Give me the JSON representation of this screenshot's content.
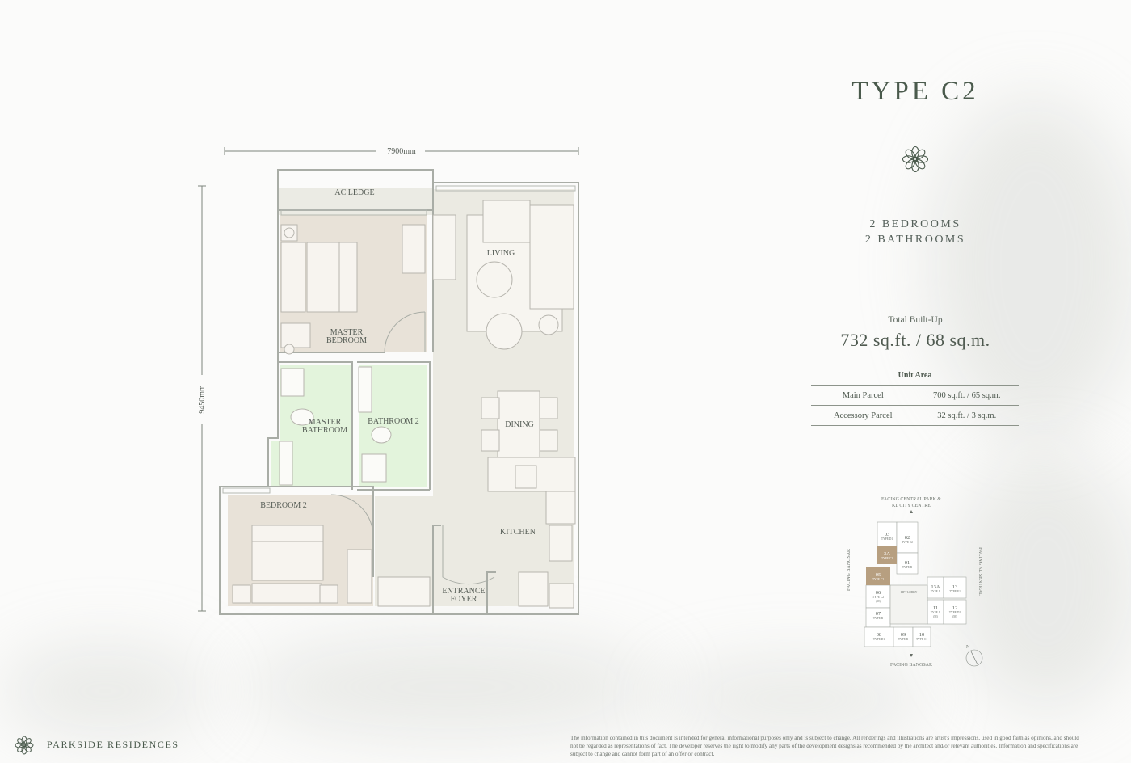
{
  "header": {
    "title": "TYPE C2",
    "bedrooms": "2 BEDROOMS",
    "bathrooms": "2 BATHROOMS"
  },
  "built_up": {
    "label": "Total Built-Up",
    "value": "732 sq.ft. / 68 sq.m."
  },
  "unit_area": {
    "header": "Unit Area",
    "rows": [
      {
        "name": "Main Parcel",
        "value": "700 sq.ft. / 65 sq.m."
      },
      {
        "name": "Accessory Parcel",
        "value": "32 sq.ft. / 3 sq.m."
      }
    ]
  },
  "floor_plan": {
    "width_dim": "7900mm",
    "height_dim": "9450mm",
    "rooms": {
      "ac_ledge": "AC LEDGE",
      "master_bedroom_1": "MASTER",
      "master_bedroom_2": "BEDROOM",
      "living": "LIVING",
      "dining": "DINING",
      "master_bathroom_1": "MASTER",
      "master_bathroom_2": "BATHROOM",
      "bathroom_2": "BATHROOM 2",
      "bedroom_2": "BEDROOM 2",
      "kitchen": "KITCHEN",
      "entrance_1": "ENTRANCE",
      "entrance_2": "FOYER"
    }
  },
  "key_plan": {
    "facing_top_1": "FACING CENTRAL PARK &",
    "facing_top_2": "KL CITY CENTRE",
    "facing_bottom": "FACING BANGSAR",
    "facing_left": "FACING BANGSAR",
    "facing_right": "FACING KL SENTRAL",
    "lift_lobby": "LIFT LOBBY",
    "north": "N",
    "units": {
      "u03": "03",
      "u03t": "TYPE D1",
      "u02": "02",
      "u02t": "TYPE E2",
      "u3a": "3A",
      "u3at": "TYPE C2",
      "u01": "01",
      "u01t": "TYPE B",
      "u05": "05",
      "u05t": "TYPE C2",
      "u06": "06",
      "u06t": "TYPE C2",
      "u06m": "(M)",
      "u07": "07",
      "u07t": "TYPE B",
      "u08": "08",
      "u08t": "TYPE D1",
      "u09": "09",
      "u09t": "TYPE B",
      "u10": "10",
      "u10t": "TYPE C1",
      "u11": "11",
      "u11t": "TYPE A",
      "u11m": "(M)",
      "u12": "12",
      "u12t": "TYPE D2",
      "u12m": "(M)",
      "u13": "13",
      "u13t": "TYPE E1",
      "u13a": "13A",
      "u13at": "TYPE A"
    }
  },
  "footer": {
    "brand": "PARKSIDE RESIDENCES",
    "disclaimer": "The information contained in this document is intended for general informational purposes only and is subject to change. All renderings and illustrations are artist's impressions, used in good faith as opinions, and should not be regarded as representations of fact. The developer reserves the right to modify any parts of the development designs as recommended by the architect and/or relevant authorities. Information and specifications are subject to change and cannot form part of an offer or contract."
  },
  "colors": {
    "accent_green": "#4a5a4c",
    "bedroom_fill": "#e8e2d8",
    "bathroom_fill": "#e3f4dc",
    "living_fill": "#ebeae2",
    "highlight_unit": "#b79f80"
  }
}
